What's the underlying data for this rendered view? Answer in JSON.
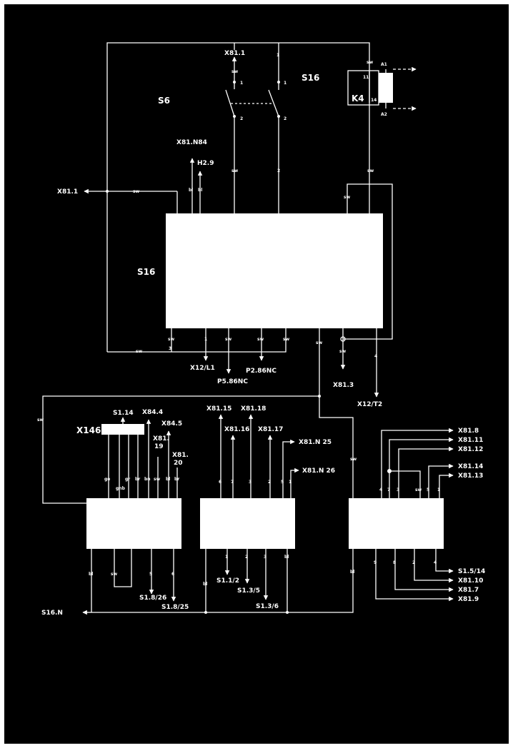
{
  "components": {
    "s6": "S6",
    "s16_switch": "S16",
    "s16_block": "S16",
    "k4": "K4",
    "x146": "X146"
  },
  "connectors": {
    "x81_1_top": "X81.1",
    "x81_1_left": "X81.1",
    "x81_n84": "X81.N84",
    "h2_9": "H2.9",
    "x12_l1": "X12/L1",
    "p5_86nc": "P5.86NC",
    "p2_86nc": "P2.86NC",
    "x81_3": "X81.3",
    "x12_t2": "X12/T2",
    "s1_14": "S1.14",
    "x84_4": "X84.4",
    "x84_5": "X84.5",
    "x81_19": "X81.\n19",
    "x81_20": "X81.\n20",
    "x81_15": "X81.15",
    "x81_18": "X81.18",
    "x81_16": "X81.16",
    "x81_17": "X81.17",
    "x81_n25": "X81.N 25",
    "x81_n26": "X81.N 26",
    "x81_8": "X81.8",
    "x81_11": "X81.11",
    "x81_12": "X81.12",
    "x81_14": "X81.14",
    "x81_13": "X81.13",
    "s1_1_2": "S1.1/2",
    "s1_3_5": "S1.3/5",
    "s1_3_6": "S1.3/6",
    "s1_5_14": "S1.5/14",
    "x81_10": "X81.10",
    "x81_7": "X81.7",
    "x81_9": "X81.9",
    "s1_8_26": "S1.8/26",
    "s1_8_25": "S1.8/25",
    "s16_n": "S16.N"
  },
  "wire_colors": {
    "sw": "sw",
    "bl": "bl",
    "ge": "ge",
    "gr": "gr",
    "br": "br",
    "gnb": "gnb",
    "bn": "bn"
  },
  "pins": {
    "p1": "1",
    "p2": "2",
    "p3": "3",
    "p4": "4",
    "p5": "5",
    "p6": "6",
    "p7": "7",
    "p8": "8",
    "p9": "9",
    "p11": "11",
    "p14": "14",
    "a1": "A1",
    "a2": "A2"
  }
}
